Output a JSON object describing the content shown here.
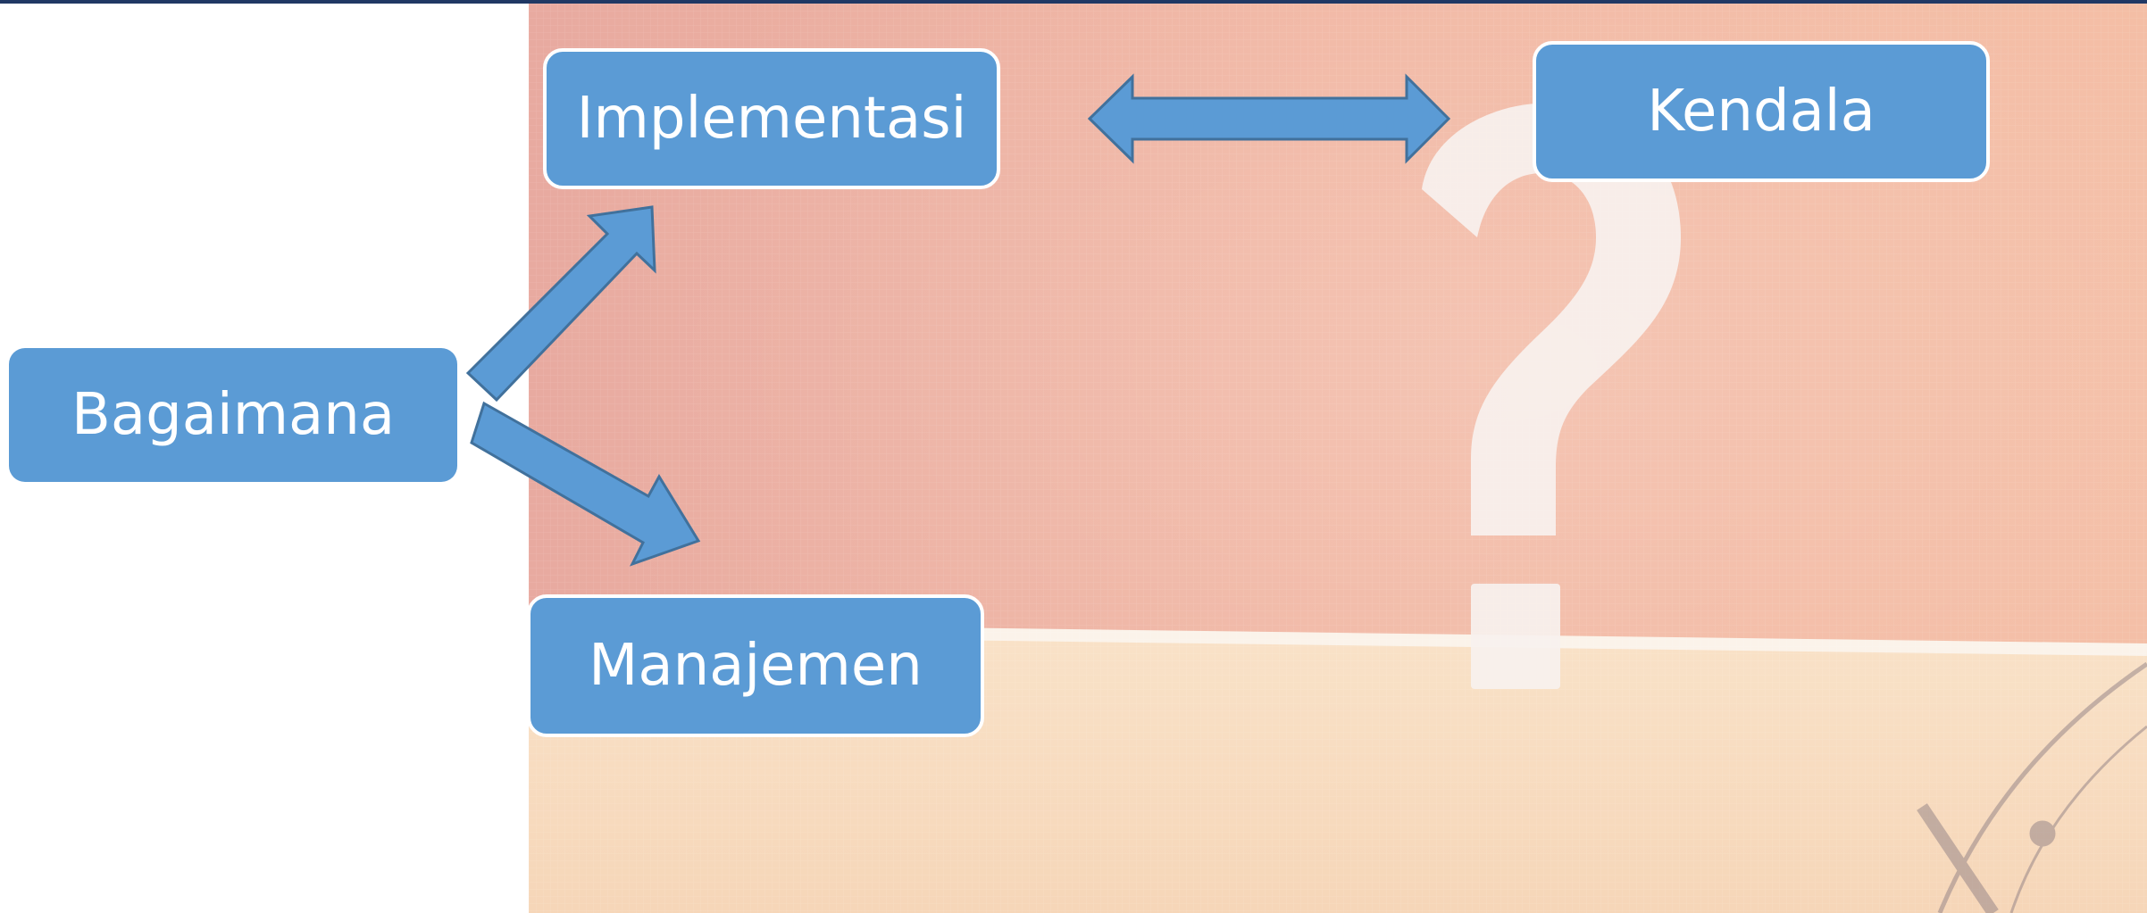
{
  "colors": {
    "node_fill": "#5b9bd5",
    "arrow_fill": "#5b9bd5",
    "arrow_stroke": "#41719c",
    "top_rule": "#203864",
    "wall": "#f1b5a0",
    "floor": "#f8dcc0",
    "question_mark": "#f7f1ee"
  },
  "background": {
    "icon": "question-mark-icon",
    "description_hidden": true
  },
  "nodes": {
    "bagaimana": {
      "label": "Bagaimana"
    },
    "implementasi": {
      "label": "Implementasi"
    },
    "kendala": {
      "label": "Kendala"
    },
    "manajemen": {
      "label": "Manajemen"
    }
  },
  "edges": [
    {
      "from": "bagaimana",
      "to": "implementasi",
      "type": "single-arrow"
    },
    {
      "from": "bagaimana",
      "to": "manajemen",
      "type": "single-arrow"
    },
    {
      "from": "implementasi",
      "to": "kendala",
      "type": "double-arrow"
    }
  ]
}
